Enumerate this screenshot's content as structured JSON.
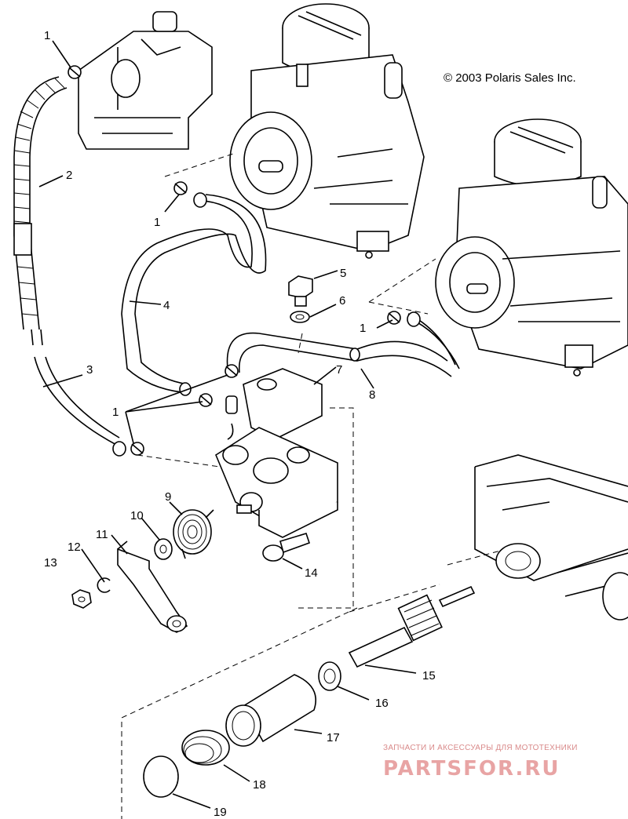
{
  "copyright": "© 2003 Polaris Sales Inc.",
  "watermark": {
    "line1": "ЗАПЧАСТИ И АКСЕССУАРЫ ДЛЯ МОТОТЕХНИКИ",
    "line2": "PARTSFOR.RU"
  },
  "callouts": {
    "c1a": "1",
    "c1b": "1",
    "c1c": "1",
    "c1d": "1",
    "c2": "2",
    "c3": "3",
    "c4": "4",
    "c5": "5",
    "c6": "6",
    "c7": "7",
    "c8": "8",
    "c9": "9",
    "c10": "10",
    "c11": "11",
    "c12": "12",
    "c13": "13",
    "c14": "14",
    "c15": "15",
    "c16": "16",
    "c17": "17",
    "c18": "18",
    "c19": "19"
  }
}
